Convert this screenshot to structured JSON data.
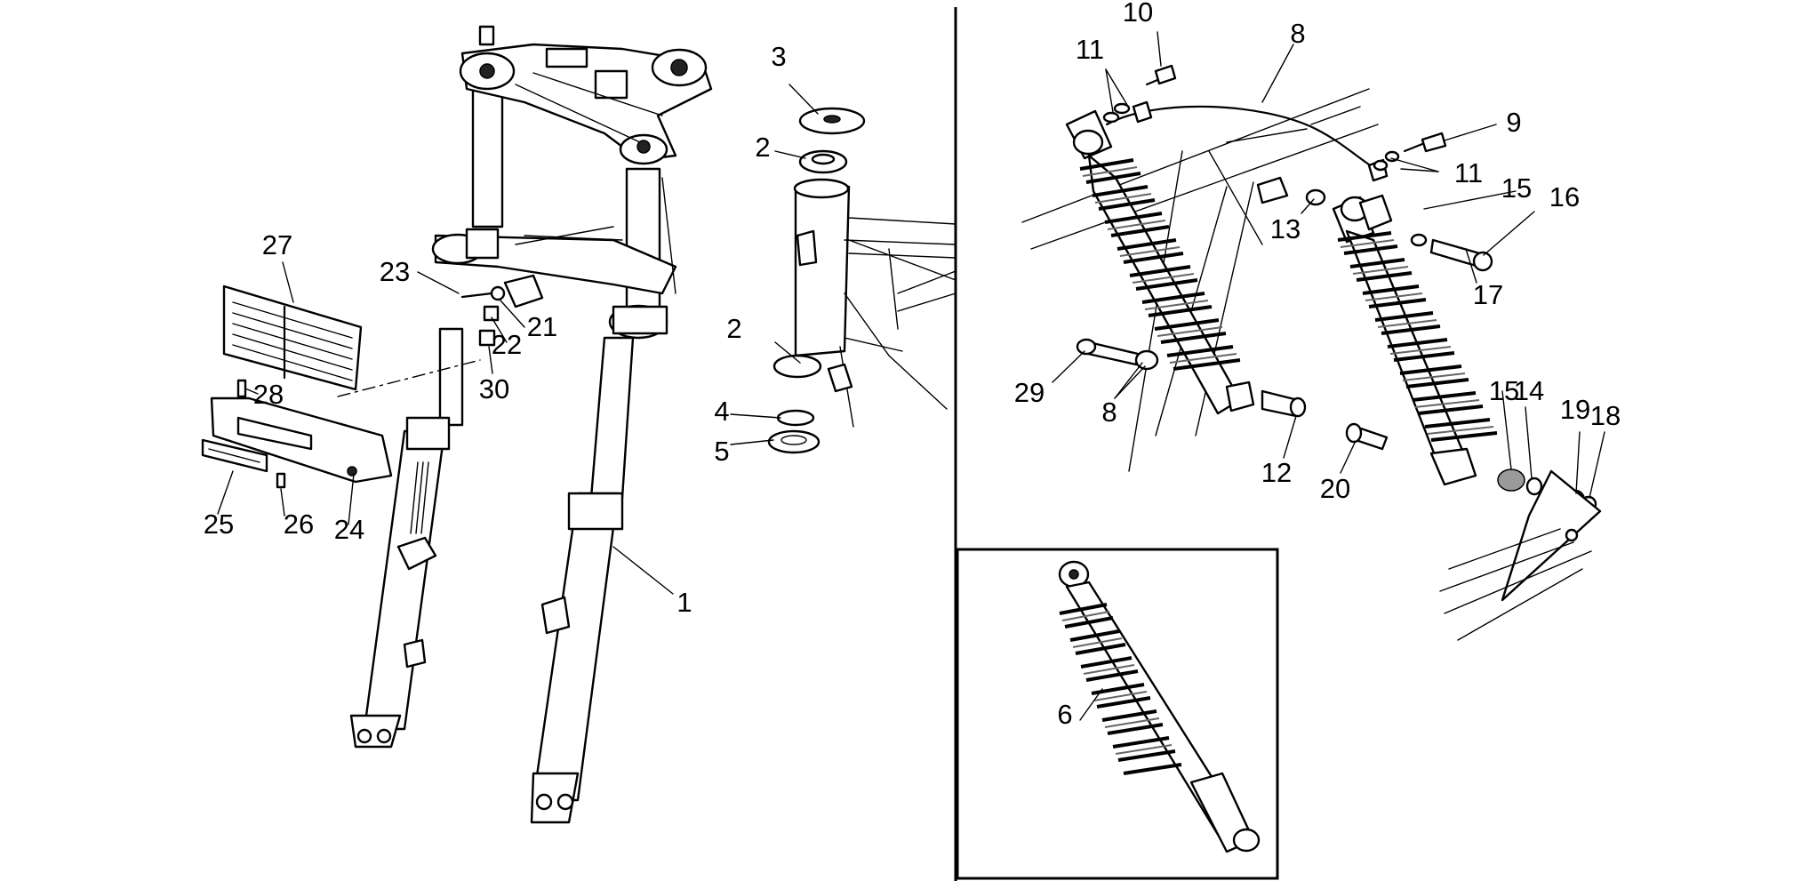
{
  "callouts": {
    "c1": "1",
    "c2a": "2",
    "c2b": "2",
    "c3": "3",
    "c4": "4",
    "c5": "5",
    "c6": "6",
    "c8a": "8",
    "c8b": "8",
    "c9": "9",
    "c10": "10",
    "c11a": "11",
    "c11b": "11",
    "c12": "12",
    "c13": "13",
    "c14": "14",
    "c15a": "15",
    "c15b": "15",
    "c16": "16",
    "c17": "17",
    "c18": "18",
    "c19": "19",
    "c20": "20",
    "c21": "21",
    "c22": "22",
    "c23": "23",
    "c24": "24",
    "c25": "25",
    "c26": "26",
    "c27": "27",
    "c28": "28",
    "c29": "29",
    "c30": "30"
  },
  "colors": {
    "ink": "#000000",
    "background": "#ffffff",
    "shade": "#9a9a9a"
  }
}
